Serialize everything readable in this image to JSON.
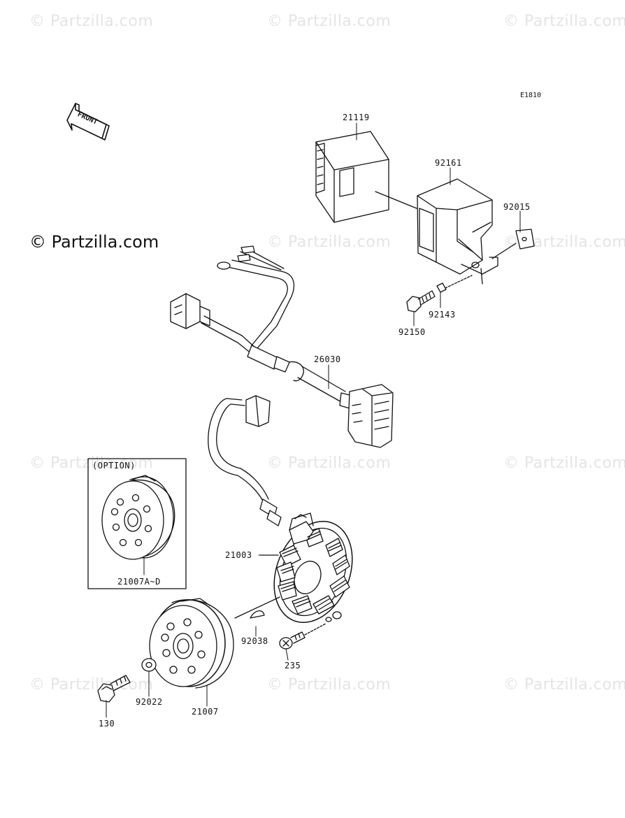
{
  "watermarks": {
    "text": "© Partzilla.com",
    "highlight_text": "© Partzilla.com"
  },
  "diagram_code": "E1810",
  "front_arrow_label": "FRONT",
  "option_box": {
    "label": "(OPTION)",
    "part": "21007A~D"
  },
  "parts": {
    "p21119": "21119",
    "p92161": "92161",
    "p92015": "92015",
    "p92143": "92143",
    "p92150": "92150",
    "p26030": "26030",
    "p21003": "21003",
    "p92038": "92038",
    "p235": "235",
    "p92022": "92022",
    "p21007": "21007",
    "p130": "130"
  }
}
